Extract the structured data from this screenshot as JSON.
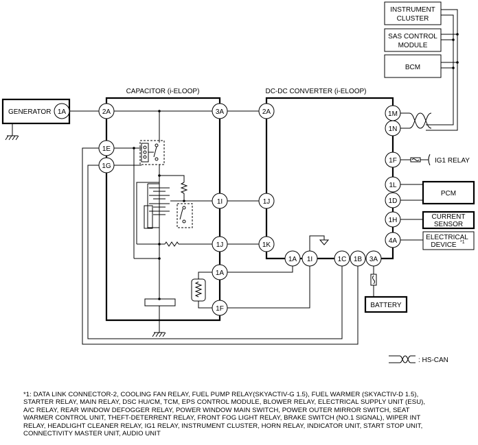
{
  "boxes": {
    "instrument_cluster": [
      "INSTRUMENT",
      "CLUSTER"
    ],
    "sas_control_module": [
      "SAS CONTROL",
      "MODULE"
    ],
    "bcm": "BCM",
    "generator": "GENERATOR",
    "pcm": "PCM",
    "current_sensor": [
      "CURRENT",
      "SENSOR"
    ],
    "electrical_device": [
      "ELECTRICAL",
      "DEVICE"
    ],
    "electrical_device_sup": "*1",
    "battery": "BATTERY"
  },
  "labels": {
    "capacitor": "CAPACITOR (i-ELOOP)",
    "dcdc": "DC-DC CONVERTER (i-ELOOP)",
    "ig1_relay": "IG1 RELAY",
    "hs_can": ": HS-CAN"
  },
  "pins": {
    "gen_1a": "1A",
    "cap_2a": "2A",
    "cap_3a": "3A",
    "cap_1e": "1E",
    "cap_1g": "1G",
    "cap_1i": "1I",
    "cap_1j": "1J",
    "cap_1a": "1A",
    "cap_1f": "1F",
    "dc_2a": "2A",
    "dc_1j": "1J",
    "dc_1k": "1K",
    "dc_1m": "1M",
    "dc_1n": "1N",
    "dc_1f": "1F",
    "dc_1l": "1L",
    "dc_1d": "1D",
    "dc_1h": "1H",
    "dc_4a": "4A",
    "dc_b1a": "1A",
    "dc_b1i": "1I",
    "dc_b1c": "1C",
    "dc_b1b": "1B",
    "dc_b3a": "3A"
  },
  "footnote": [
    "*1: DATA LINK CONNECTOR-2, COOLING FAN RELAY, FUEL PUMP RELAY(SKYACTIV-G 1.5), FUEL WARMER (SKYACTIV-D 1.5),",
    "STARTER RELAY, MAIN RELAY, DSC HU/CM, TCM, EPS CONTROL MODULE, BLOWER RELAY, ELECTRICAL SUPPLY UNIT (ESU),",
    "A/C RELAY, REAR WINDOW DEFOGGER RELAY, POWER WINDOW MAIN SWITCH, POWER OUTER MIRROR SWITCH, SEAT",
    "WARMER CONTROL UNIT, THEFT-DETERRENT RELAY, FRONT FOG LIGHT RELAY, BRAKE SWITCH (NO.1 SIGNAL), WIPER INT",
    "RELAY, HEADLIGHT CLEANER RELAY, IG1 RELAY, INSTRUMENT CLUSTER, HORN RELAY, INDICATOR UNIT, START STOP UNIT,",
    "CONNECTIVITY MASTER UNIT, AUDIO UNIT"
  ]
}
